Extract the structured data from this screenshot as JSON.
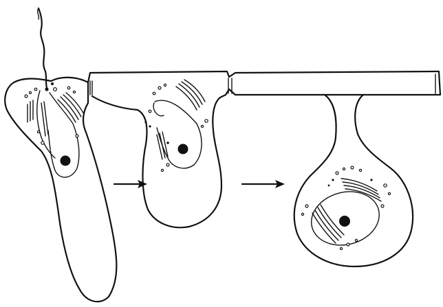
{
  "figure": {
    "background": "#ffffff",
    "ink_color": "#111111",
    "stages": [
      {
        "name": "cell-stage-1",
        "features": [
          "flagellum",
          "golgi-stacks",
          "vesicles",
          "nucleus",
          "elongated-body"
        ]
      },
      {
        "name": "cell-stage-2",
        "features": [
          "golgi-stacks",
          "vesicles",
          "nucleus",
          "rounded-body"
        ]
      },
      {
        "name": "cell-stage-3",
        "features": [
          "golgi-stacks",
          "vesicles",
          "nucleus",
          "round-cell-body",
          "stalk"
        ]
      }
    ],
    "arrows": [
      {
        "from": "cell-stage-1",
        "to": "cell-stage-2"
      },
      {
        "from": "cell-stage-2",
        "to": "cell-stage-3"
      }
    ]
  }
}
